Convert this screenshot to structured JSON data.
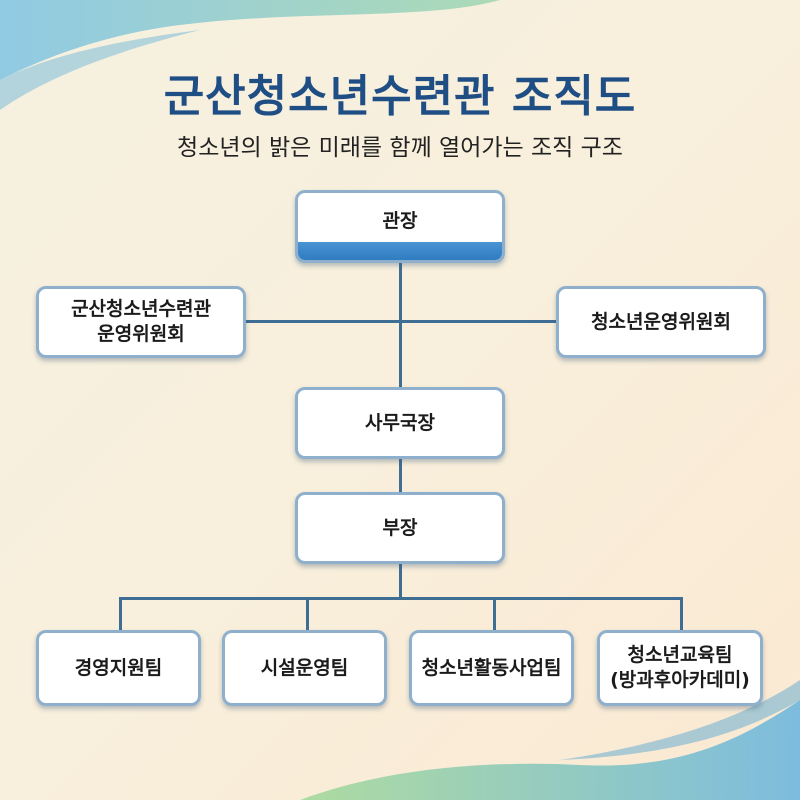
{
  "title": "군산청소년수련관 조직도",
  "subtitle": "청소년의 밝은 미래를 함께 열어가는 조직 구조",
  "nodes": {
    "director": "관장",
    "committee_left": [
      "군산청소년수련관",
      "운영위원회"
    ],
    "committee_right": "청소년운영위원회",
    "secretary_general": "사무국장",
    "deputy": "부장",
    "teams": [
      {
        "lines": [
          "경영지원팀"
        ]
      },
      {
        "lines": [
          "시설운영팀"
        ]
      },
      {
        "lines": [
          "청소년활동사업팀"
        ]
      },
      {
        "lines": [
          "청소년교육팀",
          "(방과후아카데미)"
        ]
      }
    ]
  },
  "colors": {
    "title": "#1f4e85",
    "line": "#3f6e94",
    "accent": "#2f7cc0"
  }
}
